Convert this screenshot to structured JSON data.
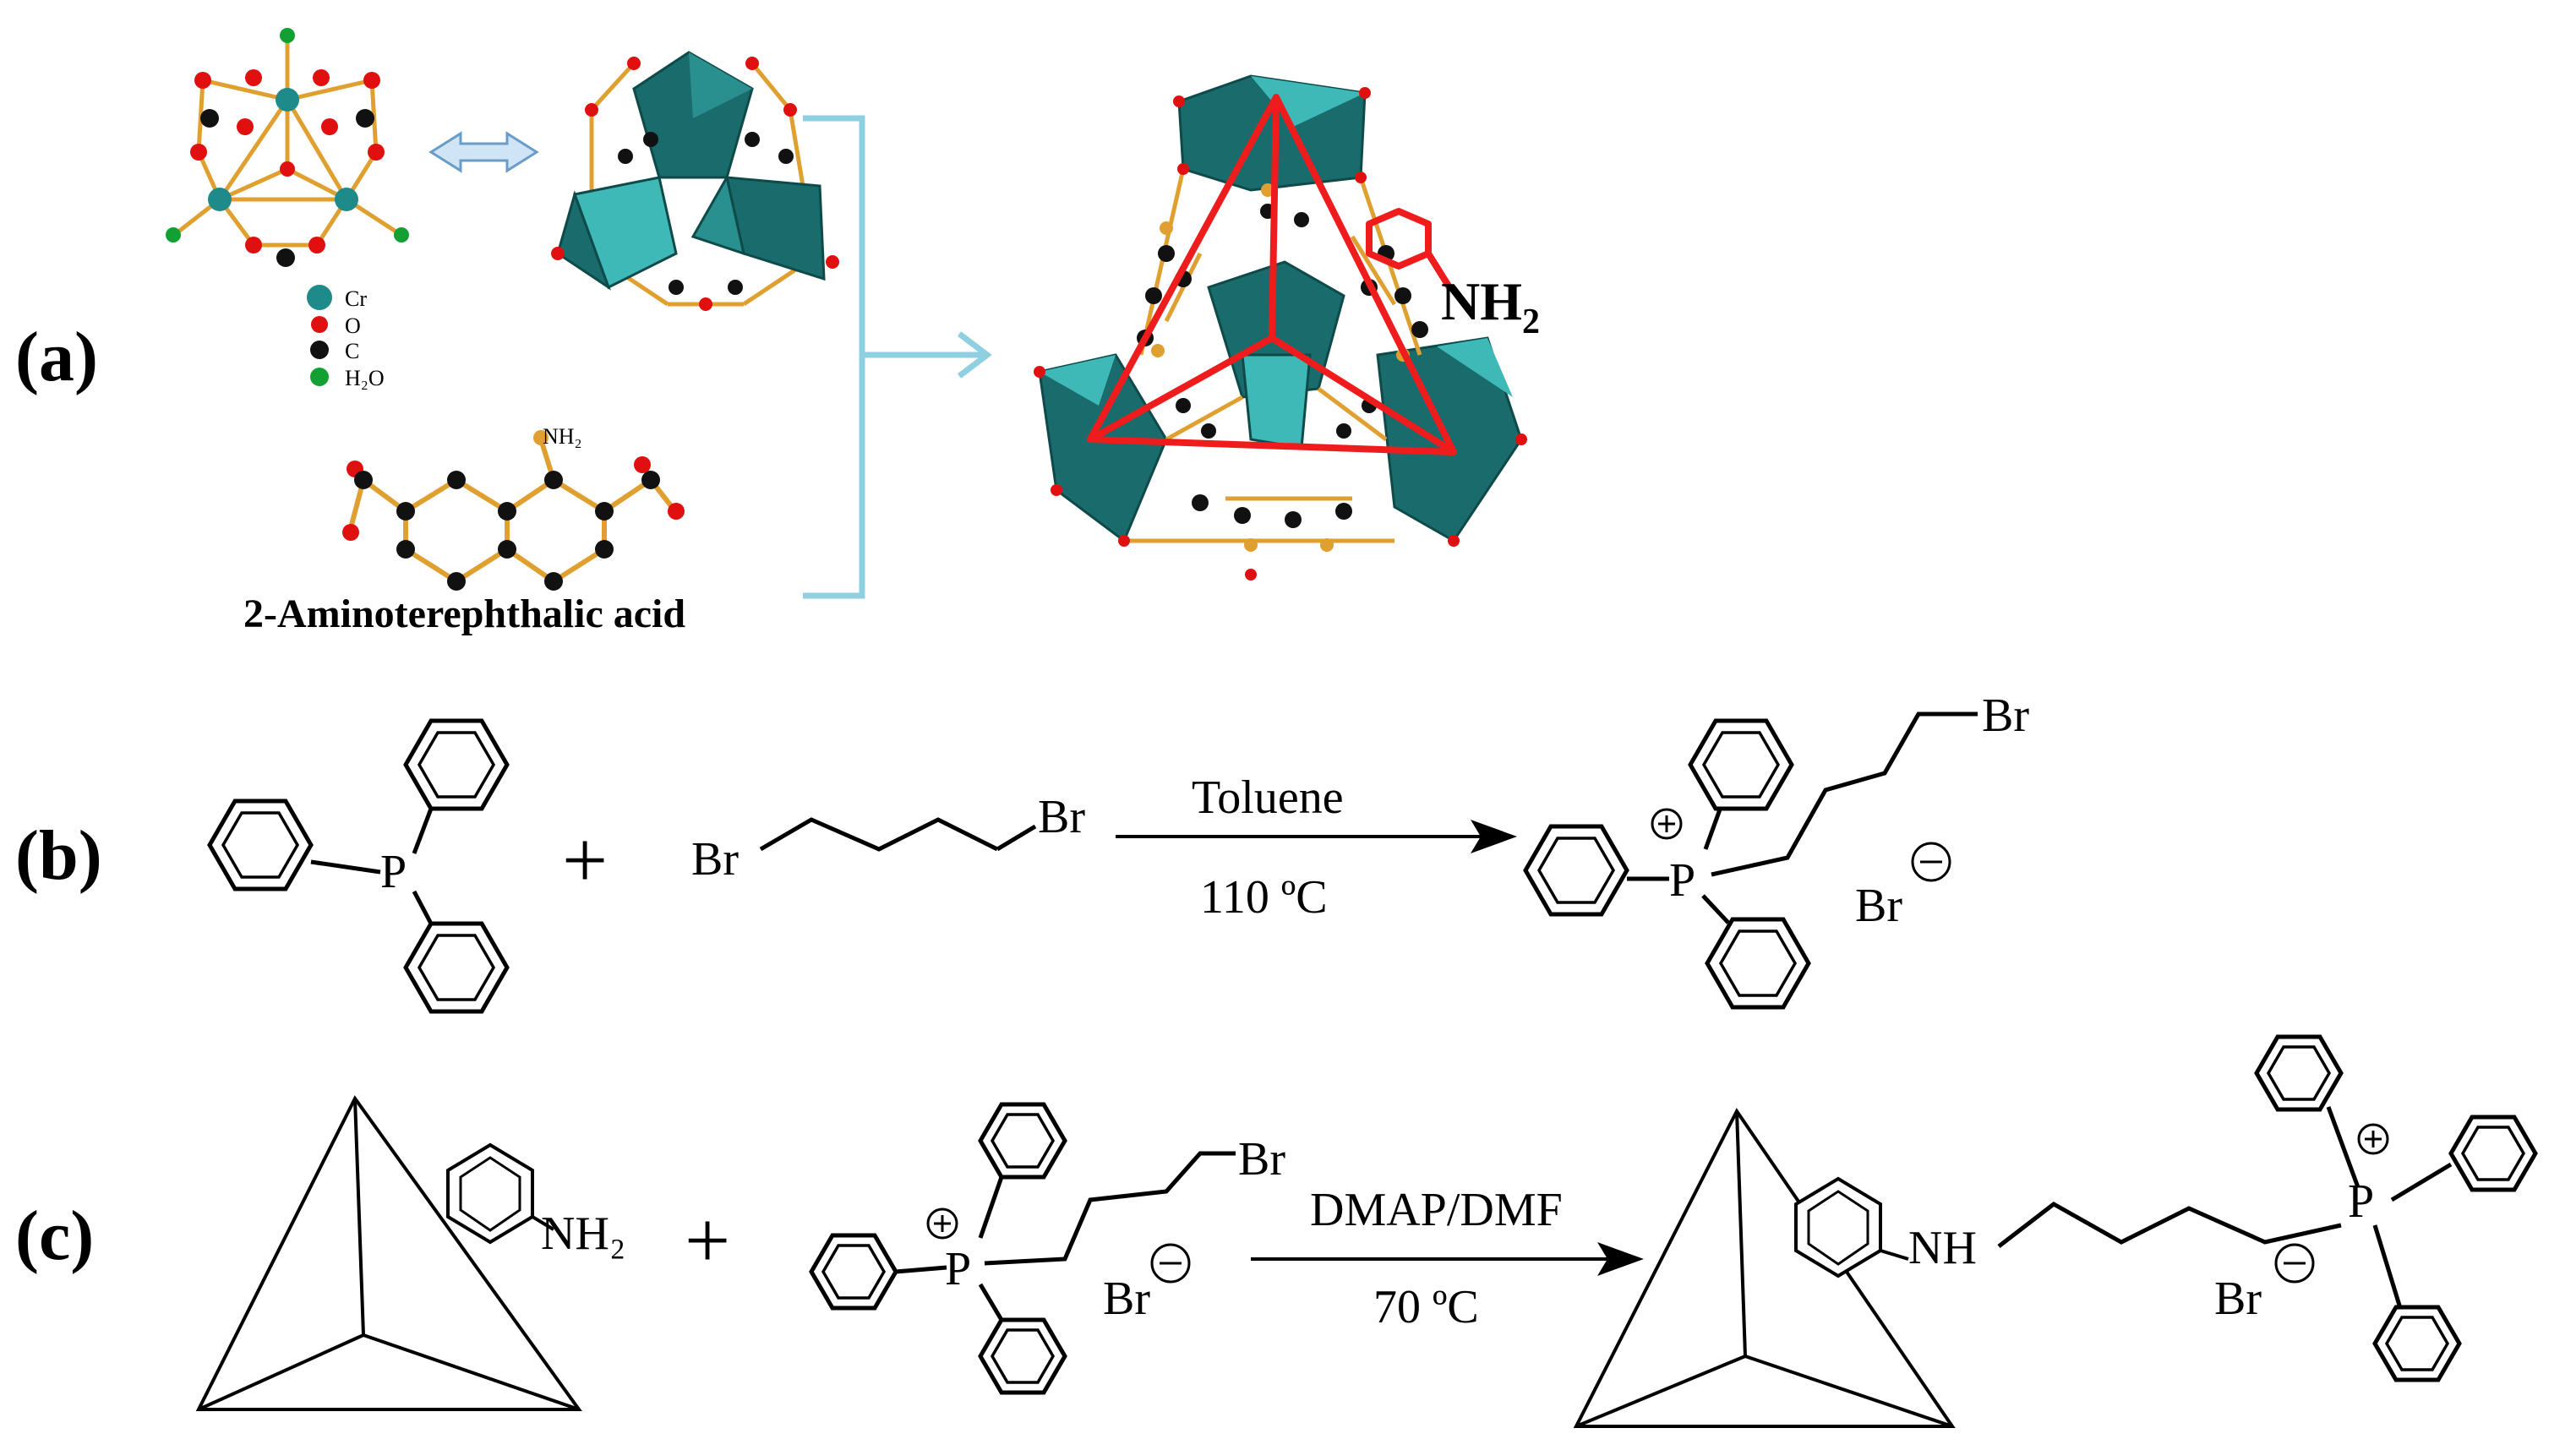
{
  "panels": {
    "a": "(a)",
    "b": "(b)",
    "c": "(c)"
  },
  "legend": {
    "cr": "Cr",
    "o": "O",
    "c": "C",
    "h2o": "H₂O"
  },
  "linker": {
    "name": "2-Aminoterephthalic acid",
    "nh2_label": "NH₂"
  },
  "framework": {
    "nh2_label": "NH"
  },
  "reaction_b": {
    "reagent_p": "P",
    "reagent_br_left": "Br",
    "reagent_br_right": "Br",
    "plus": "+",
    "condition_top": "Toluene",
    "condition_bottom": "110 ºC",
    "product_p": "P",
    "product_br": "Br",
    "counter_ion": "Br"
  },
  "reaction_c": {
    "mof_nh2": "NH₂",
    "plus": "+",
    "reagent_p": "P",
    "reagent_br": "Br",
    "reagent_counter": "Br",
    "condition_top": "DMAP/DMF",
    "condition_bottom": "70 ºC",
    "product_nh": "NH",
    "product_p": "P",
    "product_counter": "Br"
  },
  "colors": {
    "cr": "#1f8a8a",
    "oxygen": "#e01010",
    "carbon": "#111111",
    "water": "#12a032",
    "bond": "#e0a030",
    "polyhedron_dark": "#1a6b6b",
    "polyhedron_light": "#3fb8b8",
    "arrow_blue": "#8fd0e0",
    "highlight_red": "#ee1c1c"
  }
}
